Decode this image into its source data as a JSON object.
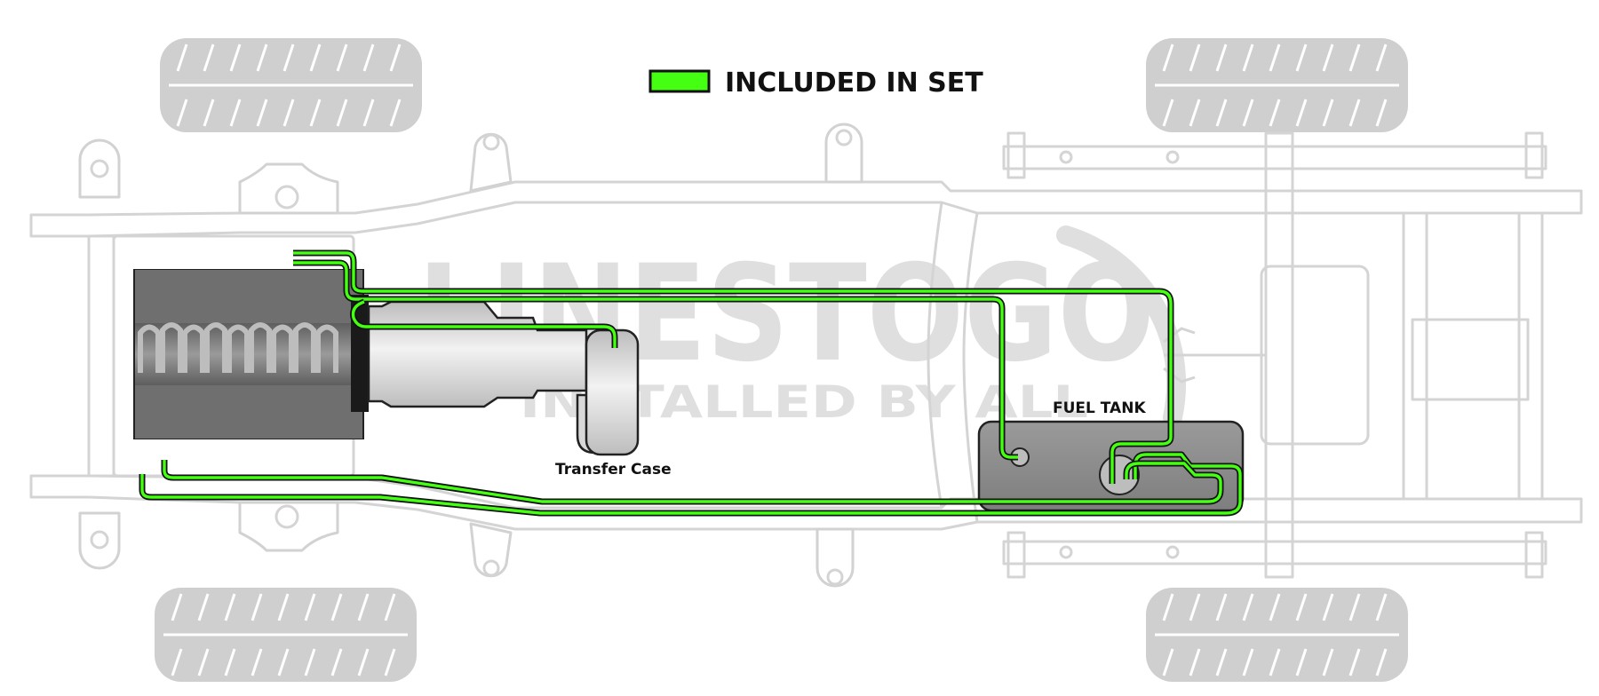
{
  "legend": {
    "label": "INCLUDED IN SET",
    "swatch_color": "#44ff11"
  },
  "labels": {
    "transfer_case": "Transfer Case",
    "fuel_tank": "FUEL TANK"
  },
  "watermark": {
    "brand": "LINESTOGO",
    "tagline": "INSTALLED BY ALL"
  },
  "colors": {
    "brake_line": "#44ff11",
    "line_outline": "#111111",
    "frame": "#d4d4d4",
    "engine": "#777777",
    "tank": "#8c8c8c"
  }
}
